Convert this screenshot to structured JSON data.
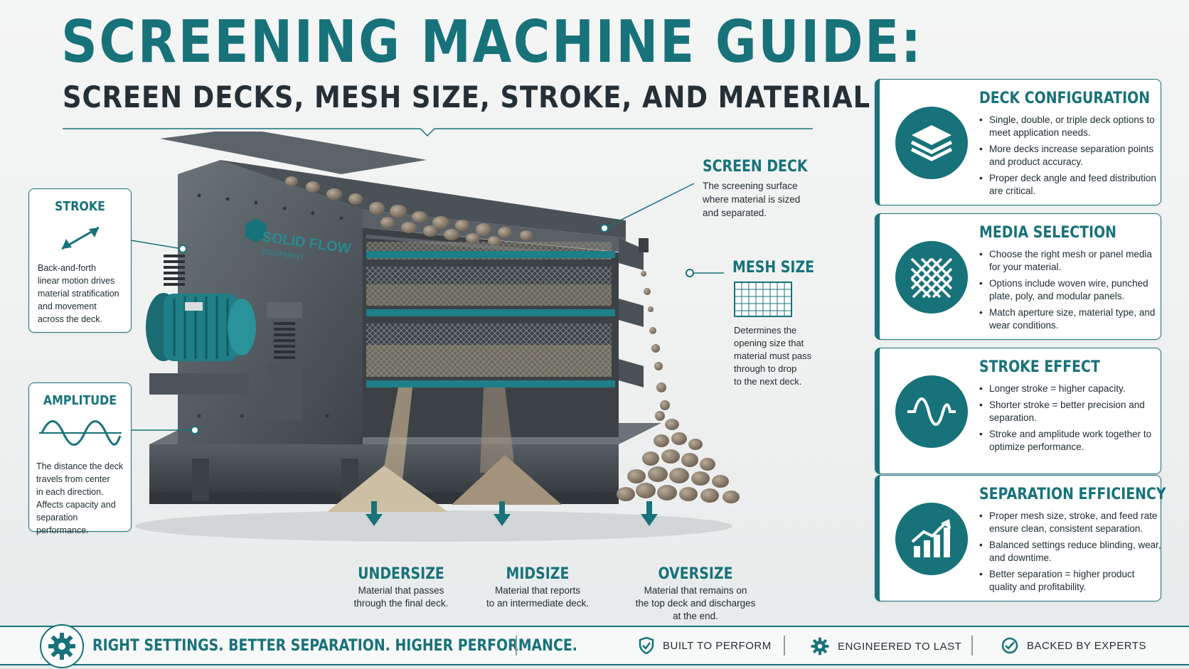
{
  "title": {
    "main": "SCREENING MACHINE GUIDE:",
    "sub": "SCREEN DECKS, MESH SIZE, STROKE, AND MATERIAL SEPARATION"
  },
  "colors": {
    "accent": "#17727a",
    "steel": "#4d555a",
    "motor": "#1e7f86",
    "text": "#1d2a30"
  },
  "machine": {
    "brand": "SOLID FLOW",
    "brand_sub": "EQUIPMENT"
  },
  "stroke_box": {
    "title": "STROKE",
    "icon": "double-arrow-icon",
    "text": [
      "Back-and-forth",
      "linear motion drives",
      "material stratification",
      "and movement",
      "across the deck."
    ]
  },
  "amplitude_box": {
    "title": "AMPLITUDE",
    "icon": "sine-wave-icon",
    "text": [
      "The distance the deck",
      "travels from center",
      "in each direction.",
      "Affects capacity and",
      "separation performance."
    ]
  },
  "screen_deck": {
    "title": "SCREEN DECK",
    "text": [
      "The screening surface",
      "where material is sized",
      "and separated."
    ]
  },
  "mesh_size": {
    "title": "MESH SIZE",
    "icon": "mesh-grid-icon",
    "text": [
      "Determines the",
      "opening size that",
      "material must pass",
      "through to drop",
      "to the next deck."
    ]
  },
  "outputs": [
    {
      "title": "UNDERSIZE",
      "text": [
        "Material that passes",
        "through the final deck."
      ]
    },
    {
      "title": "MIDSIZE",
      "text": [
        "Material that reports",
        "to an intermediate deck."
      ]
    },
    {
      "title": "OVERSIZE",
      "text": [
        "Material that remains on",
        "the top deck and discharges",
        "at the end."
      ]
    }
  ],
  "cards": [
    {
      "title": "DECK CONFIGURATION",
      "icon": "layers-icon",
      "bullets": [
        "Single, double, or triple deck options to meet application needs.",
        "More decks increase separation points and product accuracy.",
        "Proper deck angle and feed distribution are critical."
      ]
    },
    {
      "title": "MEDIA SELECTION",
      "icon": "mesh-icon",
      "bullets": [
        "Choose the right mesh or panel media for your material.",
        "Options include woven wire, punched plate, poly, and modular panels.",
        "Match aperture size, material type, and wear conditions."
      ]
    },
    {
      "title": "STROKE EFFECT",
      "icon": "wave-icon",
      "bullets": [
        "Longer stroke = higher capacity.",
        "Shorter stroke = better precision and separation.",
        "Stroke and amplitude work together to optimize performance."
      ]
    },
    {
      "title": "SEPARATION EFFICIENCY",
      "icon": "growth-chart-icon",
      "bullets": [
        "Proper mesh size, stroke, and feed rate ensure clean, consistent separation.",
        "Balanced settings reduce blinding, wear, and downtime.",
        "Better separation = higher product quality and profitability."
      ]
    }
  ],
  "footer": {
    "slogan": "RIGHT SETTINGS. BETTER SEPARATION. HIGHER PERFORMANCE.",
    "items": [
      {
        "label": "BUILT TO PERFORM",
        "icon": "shield-icon"
      },
      {
        "label": "ENGINEERED TO LAST",
        "icon": "gear-icon"
      },
      {
        "label": "BACKED BY EXPERTS",
        "icon": "check-circle-icon"
      }
    ]
  }
}
